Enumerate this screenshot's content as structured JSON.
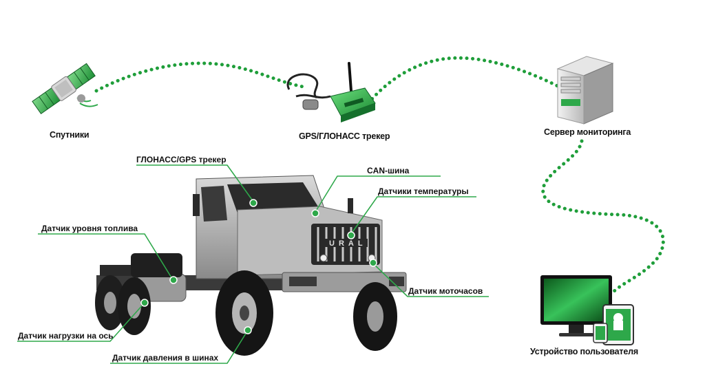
{
  "nodes": {
    "satellites": "Спутники",
    "tracker": "GPS/ГЛОНАСС трекер",
    "server": "Сервер мониторинга",
    "user_device": "Устройство пользователя"
  },
  "truck_brand": "URAL",
  "truck_labels": {
    "glonass_tracker": "ГЛОНАСС/GPS трекер",
    "can_bus": "CAN-шина",
    "temperature": "Датчики температуры",
    "fuel_level": "Датчик уровня топлива",
    "engine_hours": "Датчик моточасов",
    "axle_load": "Датчик нагрузки на ось",
    "tire_pressure": "Датчик давления в шинах"
  },
  "colors": {
    "accent": "#2ea84a",
    "dots": "#1f9e3a",
    "text": "#111111"
  },
  "icons": [
    "satellite-icon",
    "tracker-device-icon",
    "server-icon",
    "monitor-icon",
    "tablet-android-icon",
    "phone-android-icon"
  ]
}
